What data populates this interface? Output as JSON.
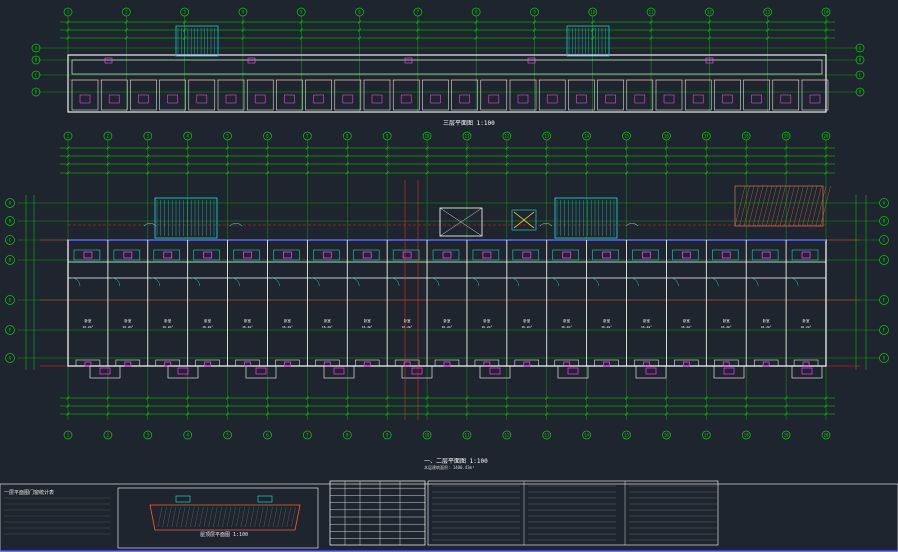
{
  "drawing": {
    "upper_plan": {
      "title": "三层平面图",
      "scale": "1:100"
    },
    "main_plan": {
      "title": "一、二层平面图",
      "scale": "1:100",
      "subtitle": "本层建筑面积: 1400.43m²"
    },
    "axis_grid": {
      "numbered": [
        "1",
        "2",
        "3",
        "4",
        "5",
        "6",
        "7",
        "8",
        "9",
        "10",
        "11",
        "12",
        "13",
        "14",
        "15",
        "16",
        "17",
        "18",
        "19",
        "20"
      ],
      "lettered": [
        "A",
        "B",
        "C",
        "D",
        "E",
        "F",
        "G"
      ]
    },
    "legend": {
      "title": "一层平面图门窗统计表",
      "inset_title": "屋顶层平面图 1:100"
    },
    "colors": {
      "background": "#1f252e",
      "dimension": "#00d000",
      "wall": "#ffffff",
      "axis_line": "#ff2a2a",
      "stair": "#1ec8c8",
      "fixture": "#ff36ff",
      "frame": "#ffffff"
    }
  }
}
